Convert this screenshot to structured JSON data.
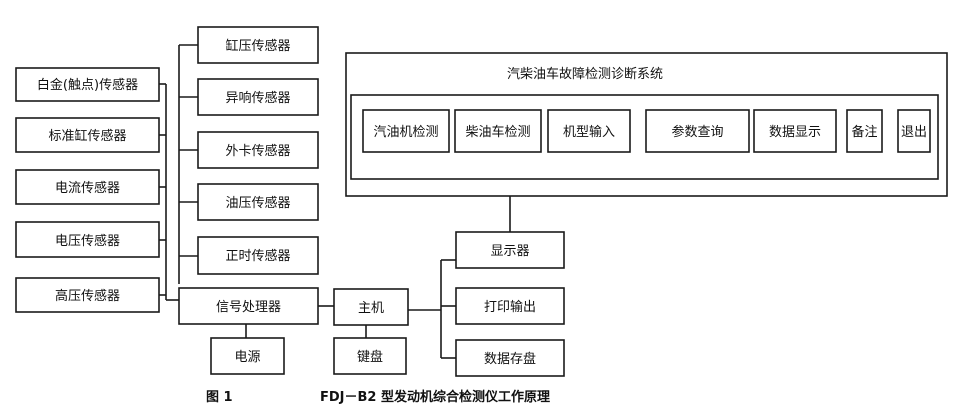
{
  "left_sensors": [
    "白金(触点)传感器",
    "标准缸传感器",
    "电流传感器",
    "电压传感器",
    "高压传感器"
  ],
  "mid_sensors": [
    "缸压传感器",
    "异响传感器",
    "外卡传感器",
    "油压传感器",
    "正时传感器"
  ],
  "signal_processor": "信号处理器",
  "power": "电源",
  "host": "主机",
  "keyboard": "键盘",
  "outputs": [
    "显示器",
    "打印输出",
    "数据存盘"
  ],
  "system": {
    "title": "汽柴油车故障检测诊断系统",
    "modules": [
      "汽油机检测",
      "柴油车检测",
      "机型输入",
      "参数查询",
      "数据显示",
      "备注",
      "退出"
    ]
  },
  "caption": {
    "number": "图 1",
    "text": "FDJ－B2 型发动机综合检测仪工作原理"
  }
}
